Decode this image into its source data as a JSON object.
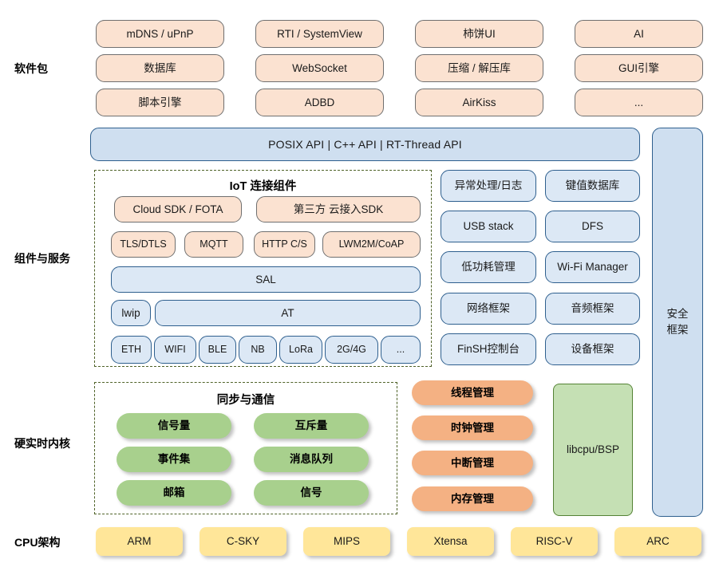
{
  "colors": {
    "orange_fill": "#fbe2d1",
    "orange_stroke": "#6f6f6f",
    "blue_fill": "#cfdff0",
    "blue_lite_fill": "#dce8f5",
    "blue_stroke": "#2e5f8e",
    "green_fill": "#a8d08d",
    "green_out_fill": "#c5e0b4",
    "kernel_orange_fill": "#f4b183",
    "yellow_fill": "#ffe699",
    "dashed_stroke": "#4f6228"
  },
  "sections": {
    "software_packages": "软件包",
    "components_services": "组件与服务",
    "hard_realtime_kernel": "硬实时内核",
    "cpu_architecture": "CPU架构"
  },
  "software_packages": {
    "columns": [
      [
        "mDNS / uPnP",
        "数据库",
        "脚本引擎"
      ],
      [
        "RTI / SystemView",
        "WebSocket",
        "ADBD"
      ],
      [
        "柿饼UI",
        "压缩 / 解压库",
        "AirKiss"
      ],
      [
        "AI",
        "GUI引擎",
        "..."
      ]
    ]
  },
  "api_bar": {
    "label": "POSIX API  |  C++ API  |  RT-Thread API"
  },
  "iot": {
    "title": "IoT 连接组件",
    "row1": [
      "Cloud SDK / FOTA",
      "第三方 云接入SDK"
    ],
    "row2": [
      "TLS/DTLS",
      "MQTT",
      "HTTP C/S",
      "LWM2M/CoAP"
    ],
    "sal": "SAL",
    "lwip": "lwip",
    "at": "AT",
    "links": [
      "ETH",
      "WIFI",
      "BLE",
      "NB",
      "LoRa",
      "2G/4G",
      "..."
    ]
  },
  "components": {
    "column_left": [
      "异常处理/日志",
      "USB stack",
      "低功耗管理",
      "网络框架",
      "FinSH控制台"
    ],
    "column_right": [
      "键值数据库",
      "DFS",
      "Wi-Fi Manager",
      "音频框架",
      "设备框架"
    ]
  },
  "security_frame": {
    "line1": "安全",
    "line2": "框架"
  },
  "kernel": {
    "sync_title": "同步与通信",
    "sync_left": [
      "信号量",
      "事件集",
      "邮箱"
    ],
    "sync_right": [
      "互斥量",
      "消息队列",
      "信号"
    ],
    "managers": [
      "线程管理",
      "时钟管理",
      "中断管理",
      "内存管理"
    ],
    "libcpu": "libcpu/BSP"
  },
  "cpu": {
    "items": [
      "ARM",
      "C-SKY",
      "MIPS",
      "Xtensa",
      "RISC-V",
      "ARC"
    ]
  }
}
